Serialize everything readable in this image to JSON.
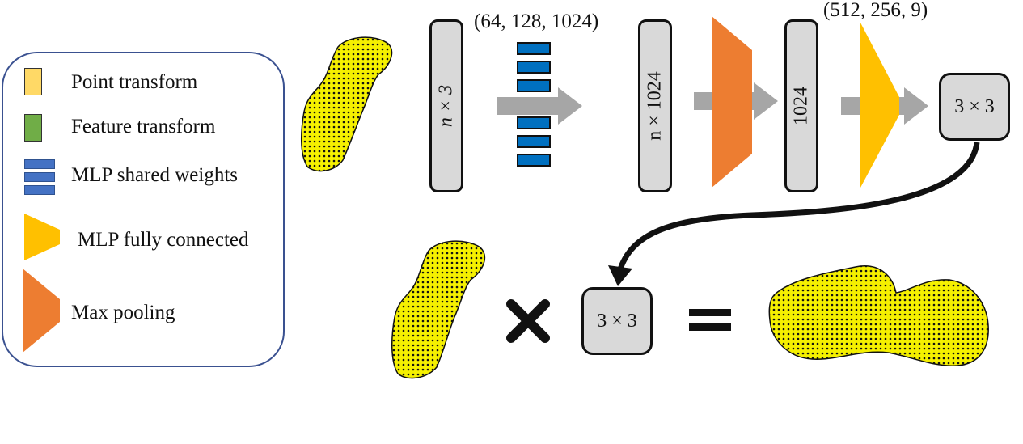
{
  "legend": {
    "point_transform": "Point transform",
    "feature_transform": "Feature transform",
    "mlp_shared": "MLP shared weights",
    "mlp_fc": "MLP fully connected",
    "max_pool": "Max pooling"
  },
  "pipeline": {
    "input_box": "n × 3",
    "shared_mlp_dims": "(64, 128, 1024)",
    "feature_box": "n × 1024",
    "pooled_box": "1024",
    "fc_dims": "(512, 256, 9)",
    "matrix_out": "3 × 3"
  },
  "equation": {
    "matrix": "3 × 3"
  },
  "colors": {
    "point_cloud": "#f5f000",
    "max_pool": "#ed7d31",
    "mlp_fc": "#ffc000",
    "mlp_shared": "#0070c0",
    "arrow": "#a6a6a6"
  }
}
